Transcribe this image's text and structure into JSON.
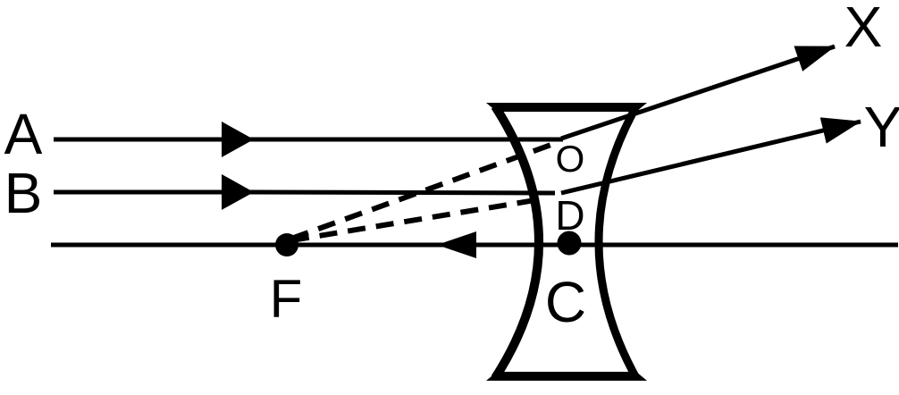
{
  "diagram": {
    "type": "concave-lens-ray-diagram",
    "labels": {
      "incident_ray_a": "A",
      "incident_ray_b": "B",
      "focal_point": "F",
      "point_o": "O",
      "point_d": "D",
      "optical_centre": "C",
      "refracted_ray_x": "X",
      "refracted_ray_y": "Y"
    },
    "colors": {
      "stroke": "#000000",
      "background": "#ffffff"
    }
  }
}
